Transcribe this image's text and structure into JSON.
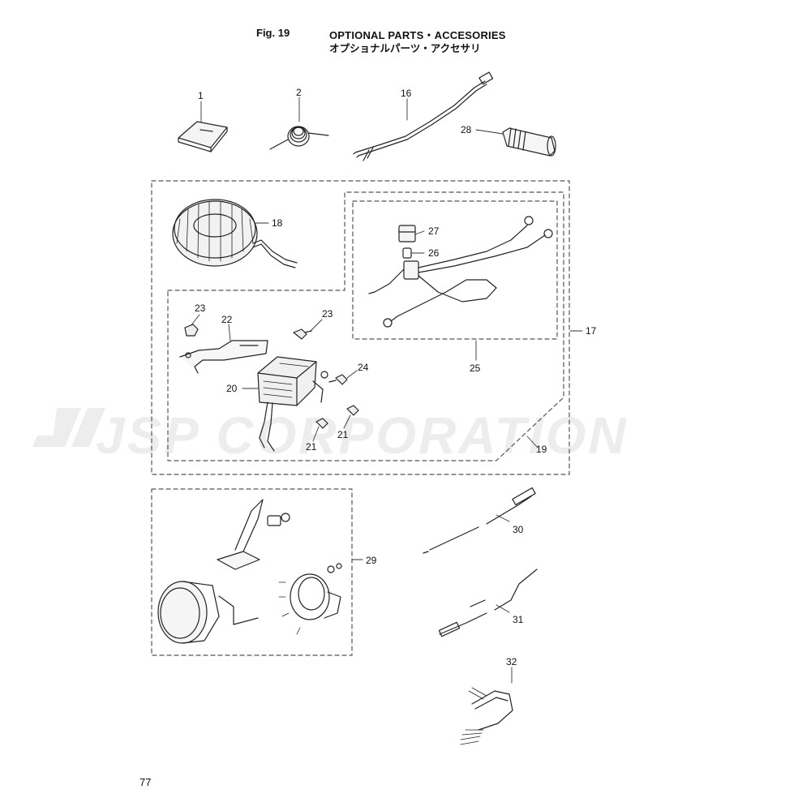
{
  "header": {
    "figure": "Fig. 19",
    "title_en": "OPTIONAL PARTS・ACCESORIES",
    "title_jp": "オプショナルパーツ・アクセサリ"
  },
  "watermark": {
    "text": "JSP CORPORATION"
  },
  "footer": {
    "page_number": "77"
  },
  "callouts": {
    "c1": "1",
    "c2": "2",
    "c16": "16",
    "c28": "28",
    "c18": "18",
    "c27": "27",
    "c26": "26",
    "c17": "17",
    "c23a": "23",
    "c22": "22",
    "c23b": "23",
    "c24": "24",
    "c20": "20",
    "c25": "25",
    "c21a": "21",
    "c21b": "21",
    "c19": "19",
    "c29": "29",
    "c30": "30",
    "c31": "31",
    "c32": "32"
  },
  "icons": [
    "jsp-logo-icon"
  ]
}
